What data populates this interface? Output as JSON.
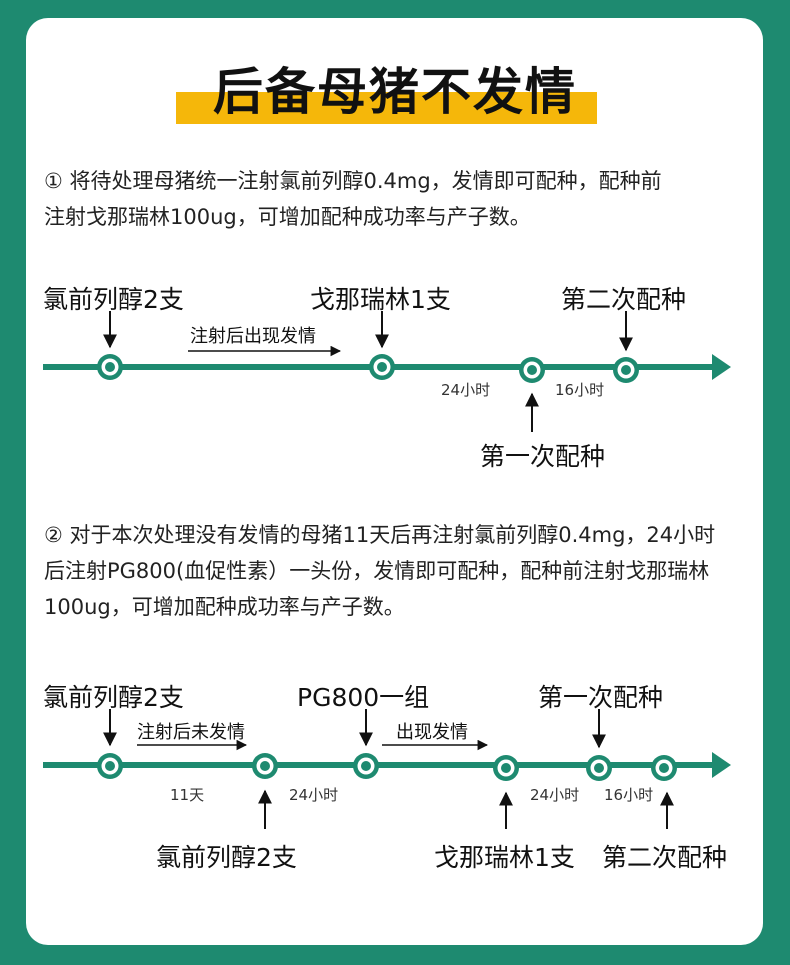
{
  "colors": {
    "background": "#1e8a70",
    "card": "#ffffff",
    "accent": "#f5b70a",
    "line": "#1e8a70"
  },
  "title": "后备母猪不发情",
  "section1": {
    "paragraph": [
      "① 将待处理母猪统一注射氯前列醇0.4mg，发情即可配种，配种前",
      "注射戈那瑞林100ug，可增加配种成功率与产子数。"
    ],
    "labels": {
      "top_a": "氯前列醇2支",
      "top_b": "戈那瑞林1支",
      "top_c": "第二次配种",
      "between": "注射后出现发情",
      "interval_1": "24小时",
      "interval_2": "16小时",
      "bottom": "第一次配种"
    }
  },
  "section2": {
    "paragraph": [
      "② 对于本次处理没有发情的母猪11天后再注射氯前列醇0.4mg，24小时",
      "后注射PG800(血促性素）一头份，发情即可配种，配种前注射戈那瑞林",
      "100ug，可增加配种成功率与产子数。"
    ],
    "labels": {
      "top_a": "氯前列醇2支",
      "top_b": "PG800一组",
      "top_c": "第一次配种",
      "between_1": "注射后未发情",
      "between_2": "出现发情",
      "interval_1": "11天",
      "interval_2": "24小时",
      "interval_3": "24小时",
      "interval_4": "16小时",
      "bottom_a": "氯前列醇2支",
      "bottom_b": "戈那瑞林1支",
      "bottom_c": "第二次配种"
    }
  }
}
